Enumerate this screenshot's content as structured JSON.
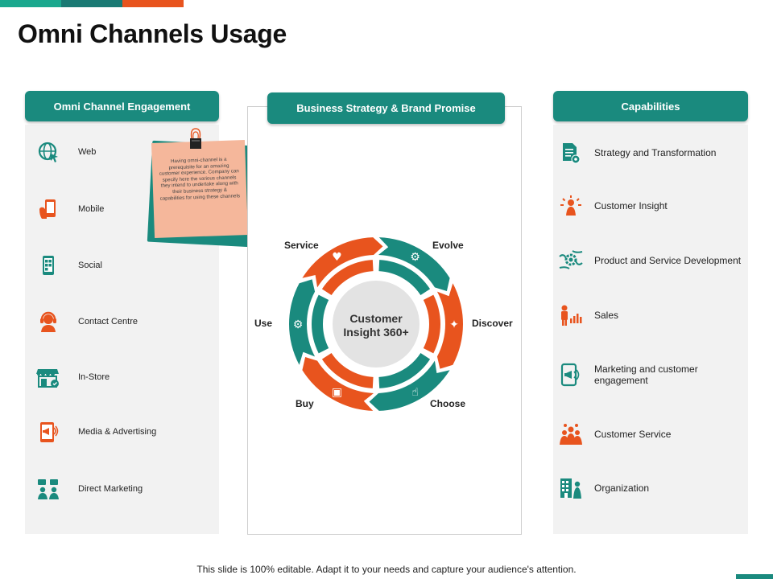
{
  "colors": {
    "teal": "#1a8a7e",
    "orange": "#e8541e",
    "panel": "#f2f2f2",
    "note": "#f5b79b"
  },
  "title": "Omni Channels Usage",
  "left_panel": {
    "header": "Omni Channel Engagement",
    "items": [
      {
        "label": "Web",
        "icon": "globe-cursor-icon"
      },
      {
        "label": "Mobile",
        "icon": "mobile-hand-icon"
      },
      {
        "label": "Social",
        "icon": "social-phone-icon"
      },
      {
        "label": "Contact Centre",
        "icon": "headset-agent-icon"
      },
      {
        "label": "In-Store",
        "icon": "storefront-icon"
      },
      {
        "label": "Media  & Advertising",
        "icon": "tablet-megaphone-icon"
      },
      {
        "label": "Direct Marketing",
        "icon": "people-chat-icon"
      }
    ]
  },
  "note": {
    "text": "Having omni-channel is a prerequisite for an amazing customer experience. Company can specify here the various channels they intend to undertake along with their business strategy & capabilities  for using these channels"
  },
  "center": {
    "header": "Business  Strategy & Brand Promise",
    "hub_line1": "Customer",
    "hub_line2": "Insight 360+",
    "segments": [
      {
        "label": "Evolve",
        "color": "teal",
        "icon": "gear-hand-icon"
      },
      {
        "label": "Discover",
        "color": "orange",
        "icon": "group-idea-icon"
      },
      {
        "label": "Choose",
        "color": "teal",
        "icon": "hand-pointer-icon"
      },
      {
        "label": "Buy",
        "color": "orange",
        "icon": "shopping-bag-icon"
      },
      {
        "label": "Use",
        "color": "teal",
        "icon": "gears-icon"
      },
      {
        "label": "Service",
        "color": "orange",
        "icon": "document-heart-icon"
      }
    ]
  },
  "right_panel": {
    "header": "Capabilities",
    "items": [
      {
        "label": "Strategy and Transformation",
        "icon": "document-gear-icon"
      },
      {
        "label": "Customer Insight",
        "icon": "lightbulb-person-icon"
      },
      {
        "label": "Product and Service Development",
        "icon": "gear-hands-icon"
      },
      {
        "label": "Sales",
        "icon": "person-bar-chart-icon"
      },
      {
        "label": "Marketing and customer engagement",
        "icon": "phone-megaphone-icon"
      },
      {
        "label": "Customer Service",
        "icon": "customer-group-icon"
      },
      {
        "label": "Organization",
        "icon": "building-person-icon"
      }
    ]
  },
  "footer": "This slide is 100% editable. Adapt it to your needs and capture your audience's attention."
}
